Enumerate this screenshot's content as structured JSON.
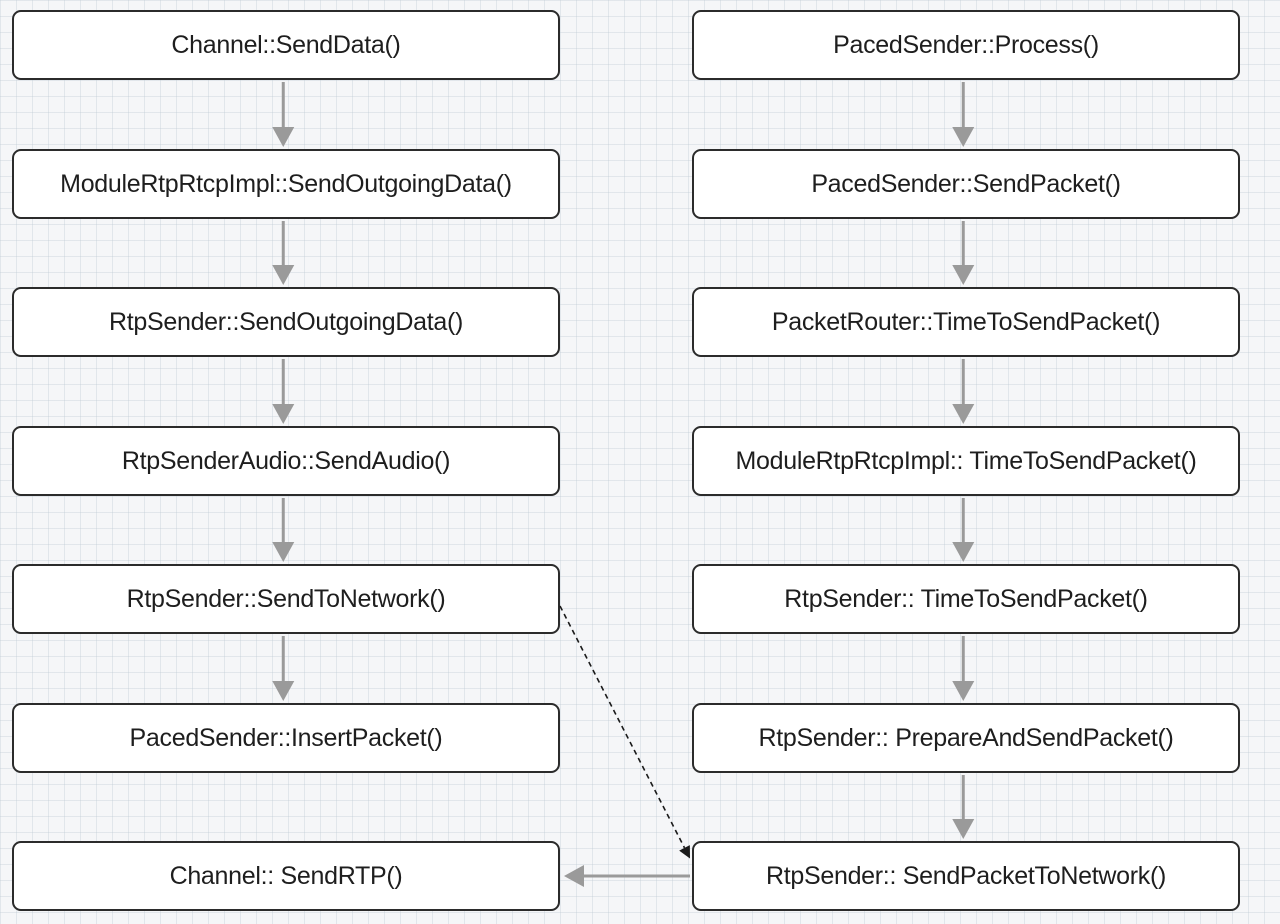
{
  "nodes": {
    "channel_send_data": "Channel::SendData()",
    "module_send_outgoing_data": "ModuleRtpRtcpImpl::SendOutgoingData()",
    "rtp_sender_send_outgoing_data": "RtpSender::SendOutgoingData()",
    "rtp_sender_audio_send_audio": "RtpSenderAudio::SendAudio()",
    "rtp_sender_send_to_network": "RtpSender::SendToNetwork()",
    "paced_sender_insert_packet": "PacedSender::InsertPacket()",
    "channel_send_rtp": "Channel:: SendRTP()",
    "paced_sender_process": "PacedSender::Process()",
    "paced_sender_send_packet": "PacedSender::SendPacket()",
    "packet_router_time_to_send_packet": "PacketRouter::TimeToSendPacket()",
    "module_time_to_send_packet": "ModuleRtpRtcpImpl:: TimeToSendPacket()",
    "rtp_sender_time_to_send_packet": "RtpSender:: TimeToSendPacket()",
    "rtp_sender_prepare_and_send_packet": "RtpSender:: PrepareAndSendPacket()",
    "rtp_sender_send_packet_to_network": "RtpSender:: SendPacketToNetwork()"
  },
  "edges": [
    {
      "from": "channel_send_data",
      "to": "module_send_outgoing_data",
      "style": "solid"
    },
    {
      "from": "module_send_outgoing_data",
      "to": "rtp_sender_send_outgoing_data",
      "style": "solid"
    },
    {
      "from": "rtp_sender_send_outgoing_data",
      "to": "rtp_sender_audio_send_audio",
      "style": "solid"
    },
    {
      "from": "rtp_sender_audio_send_audio",
      "to": "rtp_sender_send_to_network",
      "style": "solid"
    },
    {
      "from": "rtp_sender_send_to_network",
      "to": "paced_sender_insert_packet",
      "style": "solid"
    },
    {
      "from": "paced_sender_process",
      "to": "paced_sender_send_packet",
      "style": "solid"
    },
    {
      "from": "paced_sender_send_packet",
      "to": "packet_router_time_to_send_packet",
      "style": "solid"
    },
    {
      "from": "packet_router_time_to_send_packet",
      "to": "module_time_to_send_packet",
      "style": "solid"
    },
    {
      "from": "module_time_to_send_packet",
      "to": "rtp_sender_time_to_send_packet",
      "style": "solid"
    },
    {
      "from": "rtp_sender_time_to_send_packet",
      "to": "rtp_sender_prepare_and_send_packet",
      "style": "solid"
    },
    {
      "from": "rtp_sender_prepare_and_send_packet",
      "to": "rtp_sender_send_packet_to_network",
      "style": "solid"
    },
    {
      "from": "rtp_sender_send_packet_to_network",
      "to": "channel_send_rtp",
      "style": "solid"
    },
    {
      "from": "rtp_sender_send_to_network",
      "to": "rtp_sender_send_packet_to_network",
      "style": "dashed"
    }
  ],
  "colors": {
    "node_border": "#2b2b2b",
    "node_fill": "#ffffff",
    "solid_arrow": "#9a9a9a",
    "dashed_arrow": "#1a1a1a"
  }
}
